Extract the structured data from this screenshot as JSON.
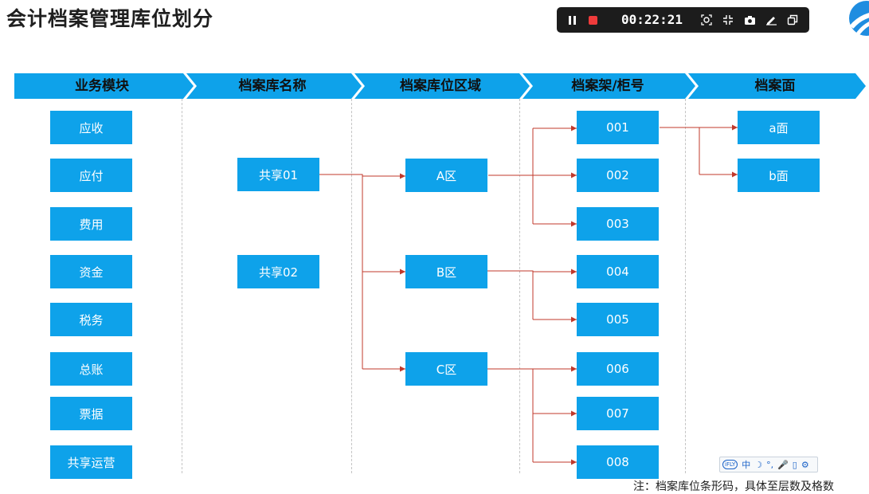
{
  "title": "会计档案管理库位划分",
  "recorder": {
    "time": "00:22:21",
    "buttons": [
      "pause-icon",
      "stop-icon",
      "region-icon",
      "shrink-icon",
      "camera-icon",
      "pen-icon",
      "window-icon"
    ]
  },
  "header": {
    "columns": [
      "业务模块",
      "档案库名称",
      "档案库位区域",
      "档案架/柜号",
      "档案面"
    ],
    "band_color": "#0ea2ea"
  },
  "modules": [
    "应收",
    "应付",
    "费用",
    "资金",
    "税务",
    "总账",
    "票据",
    "共享运营"
  ],
  "libraries": [
    "共享01",
    "共享02"
  ],
  "zones": [
    "A区",
    "B区",
    "C区"
  ],
  "cabinets": [
    "001",
    "002",
    "003",
    "004",
    "005",
    "006",
    "007",
    "008"
  ],
  "faces": [
    "a面",
    "b面"
  ],
  "colors": {
    "box": "#0ea2ea",
    "connector": "#c0392b"
  },
  "ime": {
    "logo": "iFLY",
    "items": [
      "中",
      "☽",
      "°,",
      "🎤",
      "▯",
      "⚙"
    ]
  },
  "footnote": "注：档案库位条形码，具体至层数及格数"
}
